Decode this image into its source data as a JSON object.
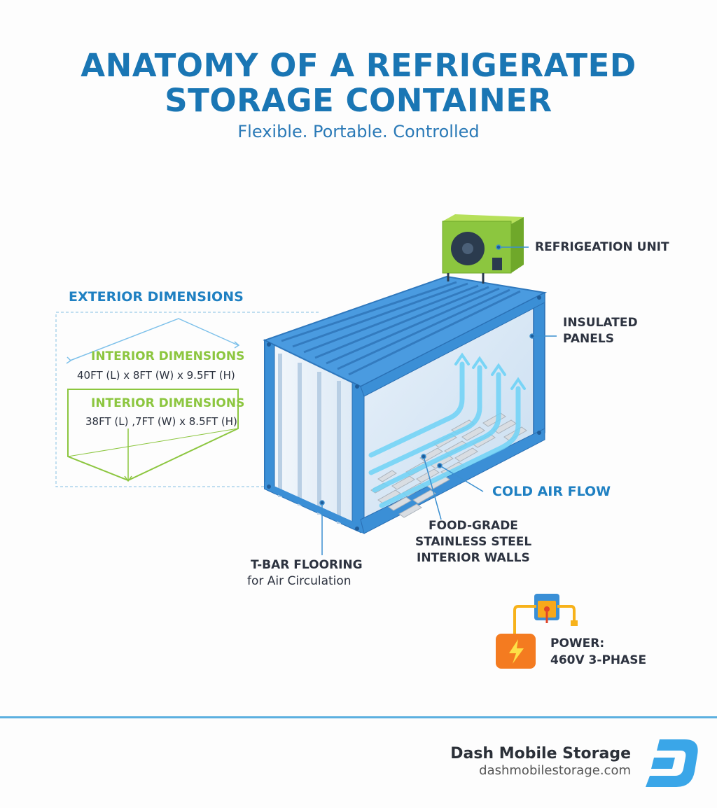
{
  "title": {
    "line1": "ANATOMY OF A REFRIGERATED",
    "line2": "STORAGE CONTAINER",
    "subtitle": "Flexible. Portable. Controlled"
  },
  "labels": {
    "refrigeration_unit": "REFRIGEATION UNIT",
    "insulated_panels_1": "INSULATED",
    "insulated_panels_2": "PANELS",
    "cold_air_flow": "COLD AIR FLOW",
    "walls_1": "FOOD-GRADE",
    "walls_2": "STAINLESS STEEL",
    "walls_3": "INTERIOR WALLS",
    "flooring_1": "T-BAR FLOORING",
    "flooring_2": "for Air Circulation",
    "power_1": "POWER:",
    "power_2": "460V 3-PHASE"
  },
  "dimensions": {
    "exterior_heading": "EXTERIOR DIMENSIONS",
    "interior_heading_1": "INTERIOR DIMENSIONS",
    "exterior_value": "40FT (L) x 8FT (W) x 9.5FT (H)",
    "interior_heading_2": "INTERIOR DIMENSIONS",
    "interior_value": "38FT (L) ,7FT (W) x 8.5FT (H)"
  },
  "footer": {
    "brand": "Dash Mobile Storage",
    "url": "dashmobilestorage.com"
  },
  "colors": {
    "title_blue": "#1a76b4",
    "container_blue": "#3b8fd6",
    "accent_green": "#8cc63f",
    "airflow_cyan": "#6fd3f7",
    "power_orange": "#f47b20",
    "footer_line": "#5cb0e0"
  },
  "icons": [
    "refrigeration-unit-icon",
    "power-plug-icon",
    "lightning-bolt-icon",
    "dash-logo-icon"
  ]
}
